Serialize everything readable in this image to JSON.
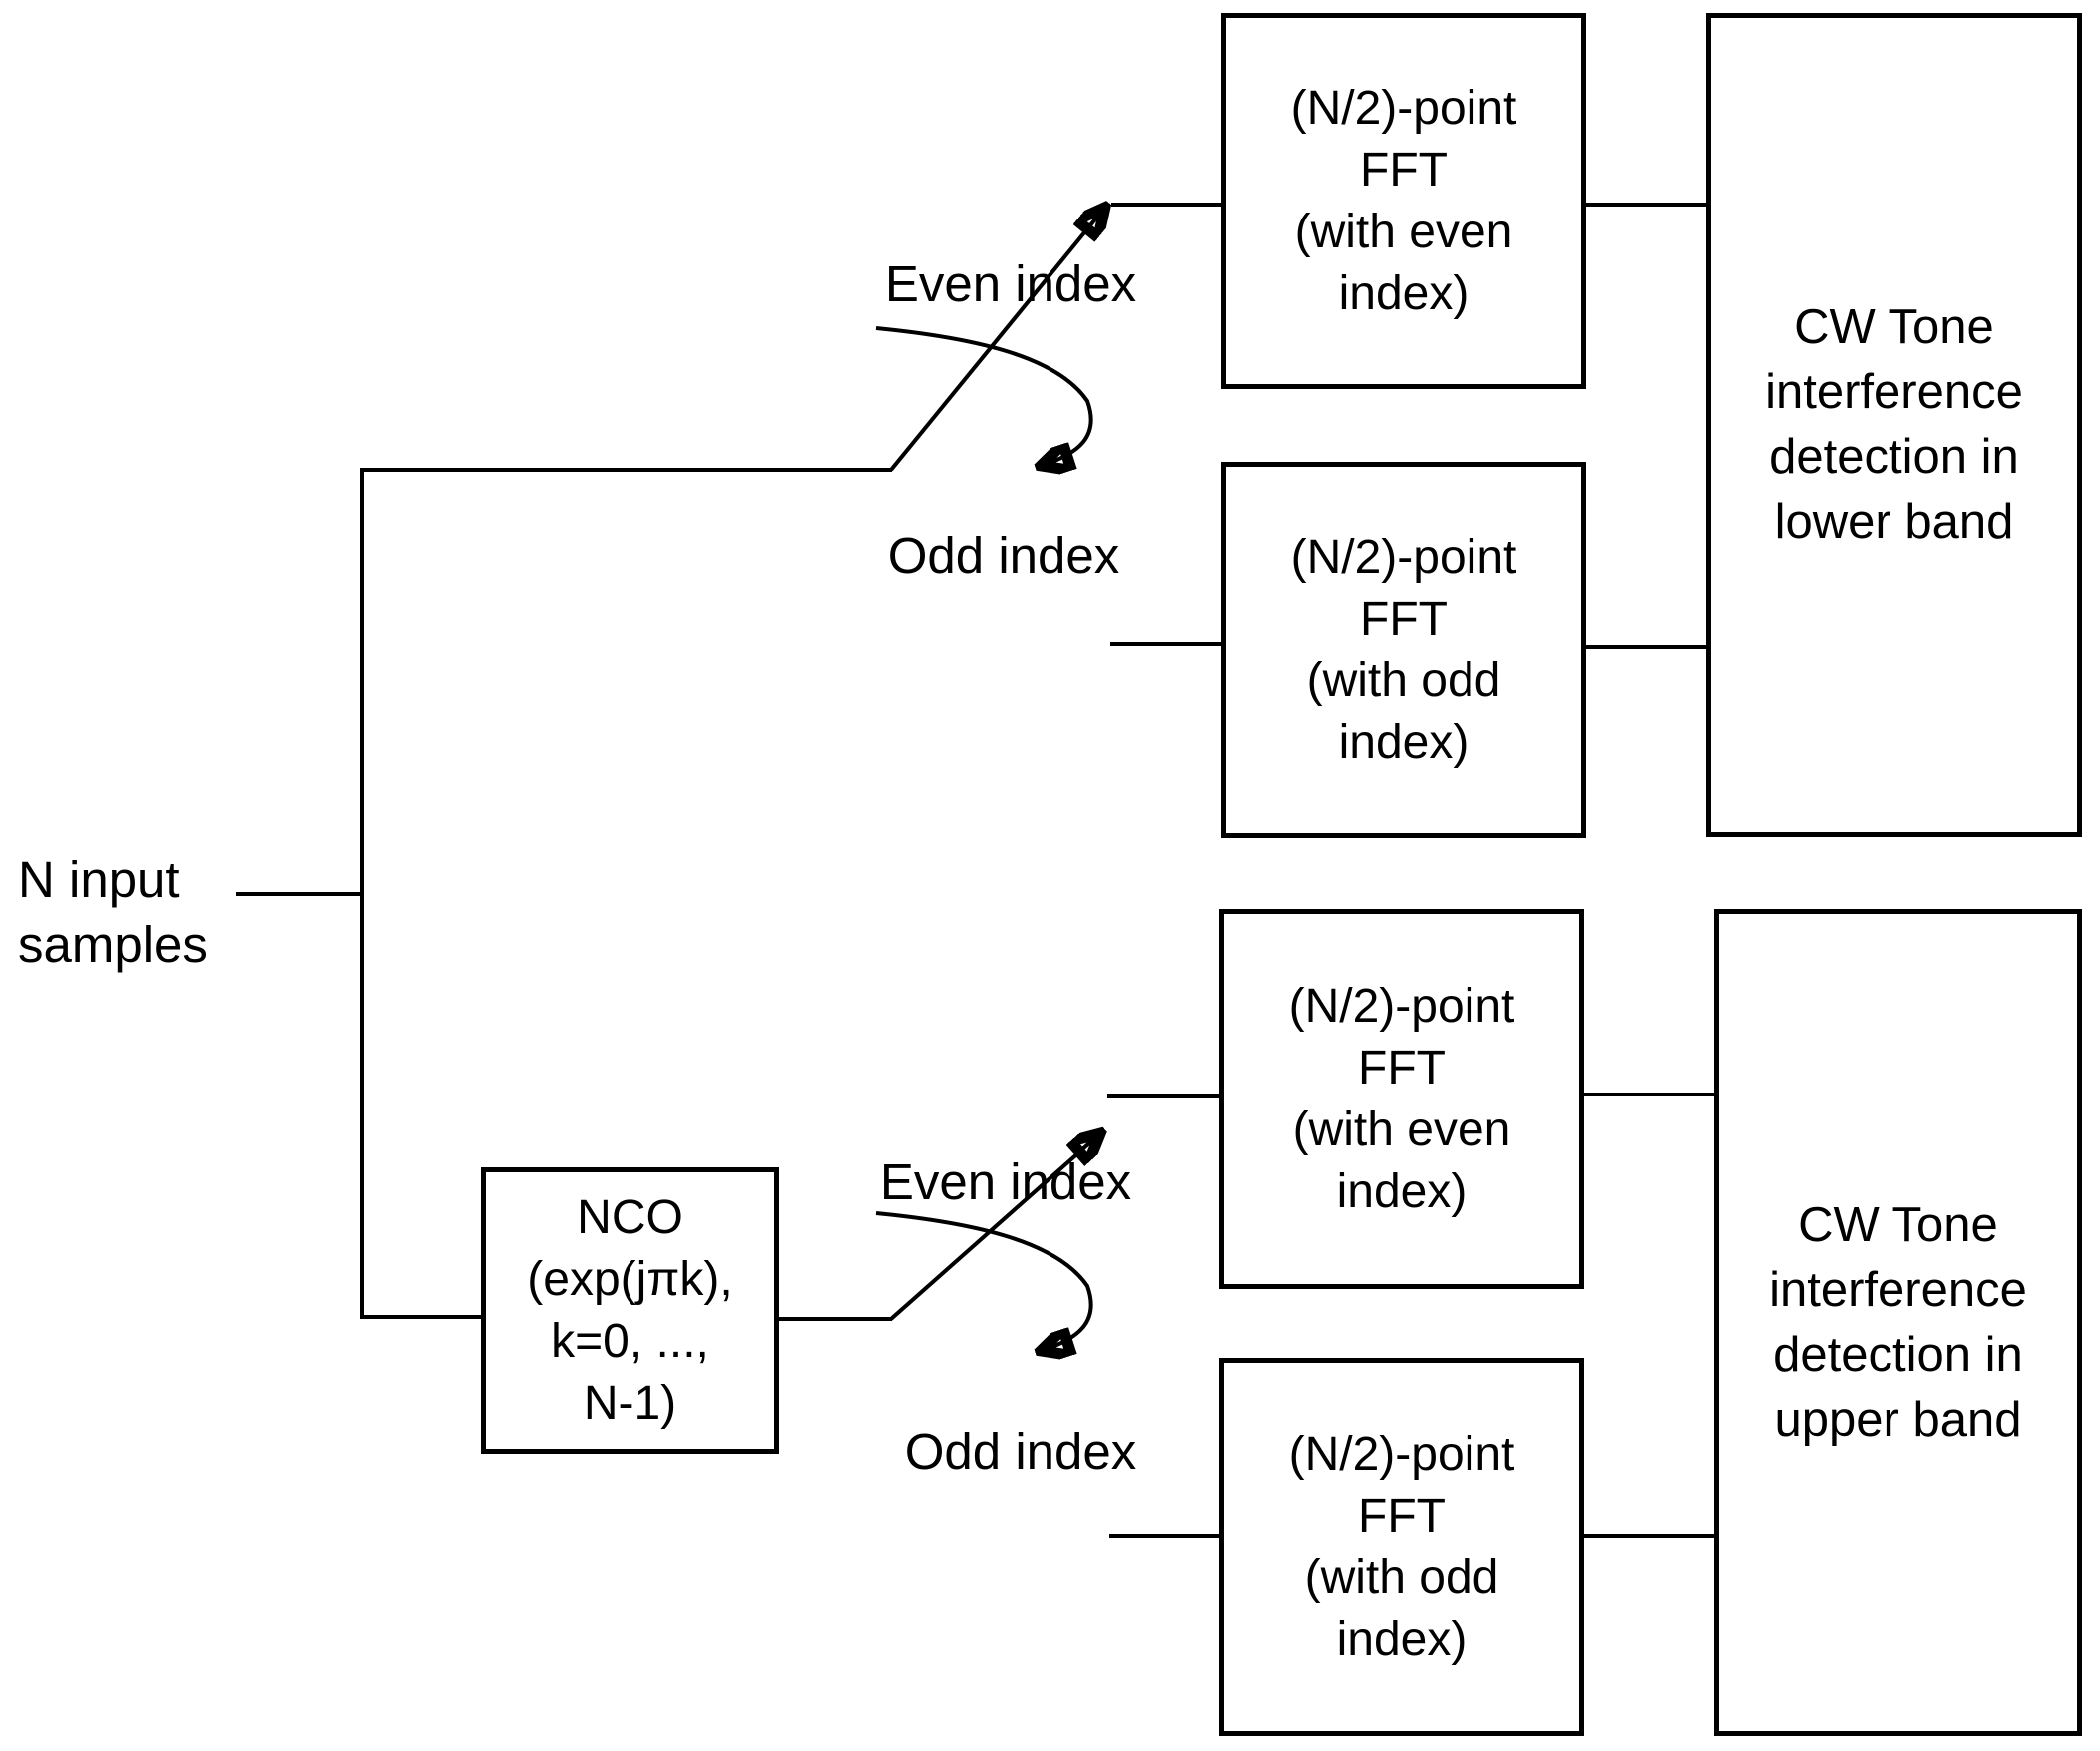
{
  "diagram": {
    "input_label": "N input\nsamples",
    "switch_labels": {
      "even_top": "Even index",
      "odd_top": "Odd index",
      "even_bottom": "Even index",
      "odd_bottom": "Odd index"
    },
    "boxes": {
      "fft_even_top": "(N/2)-point\nFFT\n(with even\nindex)",
      "fft_odd_top": "(N/2)-point\nFFT\n(with odd\nindex)",
      "fft_even_bottom": "(N/2)-point\nFFT\n(with even\nindex)",
      "fft_odd_bottom": "(N/2)-point\nFFT\n(with odd\nindex)",
      "nco": "NCO\n(exp(jπk),\nk=0, ...,\nN-1)",
      "cw_lower": "CW Tone\ninterference\ndetection in\nlower band",
      "cw_upper": "CW Tone\ninterference\ndetection in\nupper band"
    },
    "colors": {
      "line": "#000000",
      "text": "#000000",
      "background": "#ffffff"
    }
  }
}
